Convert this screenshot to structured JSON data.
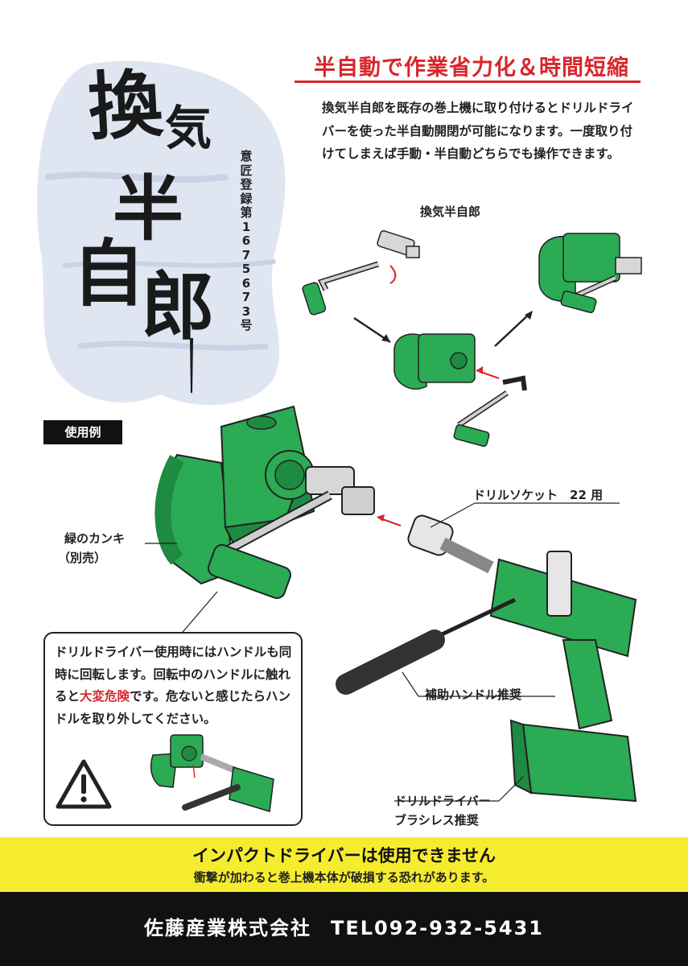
{
  "brand_title_chars": [
    "換",
    "気",
    "半",
    "自",
    "郎"
  ],
  "registration": "意匠登録第1675673号",
  "headline": "半自動で作業省力化＆時間短縮",
  "intro": "換気半自郎を既存の巻上機に取り付けるとドリルドライバーを使った半自動開閉が可能になります。一度取り付けてしまえば手動・半自動どちらでも操作できます。",
  "labels": {
    "product": "換気半自郎",
    "drill_socket": "ドリルソケット　22 用",
    "green_handle_line1": "緑のカンキ",
    "green_handle_line2": "（別売）",
    "aux_handle": "補助ハンドル推奨",
    "drill_driver_line1": "ドリルドライバー",
    "drill_driver_line2": "ブラシレス推奨"
  },
  "example_tag": "使用例",
  "warning": {
    "text_before": "ドリルドライバー使用時にはハンドルも同時に回転します。回転中のハンドルに触れると",
    "text_red": "大変危険",
    "text_after": "です。危ないと感じたらハンドルを取り外してください。"
  },
  "banner": {
    "title": "インパクトドライバーは使用できません",
    "subtitle": "衝撃が加わると巻上機本体が破損する恐れがあります。"
  },
  "footer": {
    "company": "佐藤産業株式会社",
    "tel": "TEL092-932-5431"
  },
  "colors": {
    "accent_red": "#d8262b",
    "product_green": "#2bab54",
    "banner_yellow": "#f5ec30",
    "footer_black": "#111111"
  }
}
